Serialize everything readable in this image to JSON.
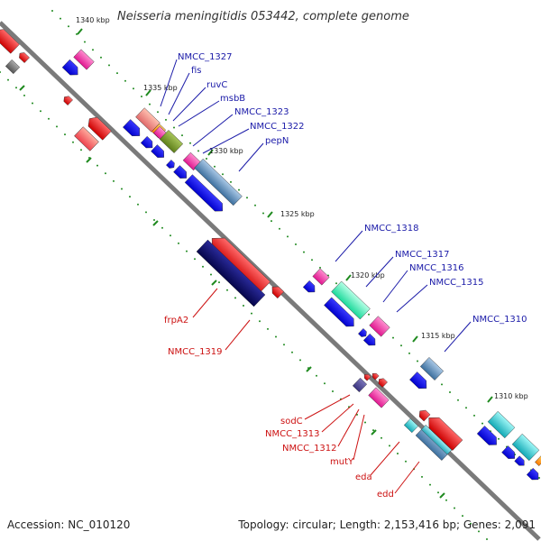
{
  "title": "Neisseria meningitidis 053442, complete genome",
  "footer": {
    "accession": "Accession: NC_010120",
    "summary": "Topology: circular; Length: 2,153,416 bp; Genes: 2,091"
  },
  "colors": {
    "backbone": "#7a7a7a",
    "tick": "#1f8a1f",
    "forward_label": "#1a1aa8",
    "reverse_label": "#cc1111"
  },
  "ticks": [
    "1340 kbp",
    "1335 kbp",
    "1330 kbp",
    "1325 kbp",
    "1320 kbp",
    "1315 kbp",
    "1310 kbp"
  ],
  "forward_genes": [
    "NMCC_1327",
    "fis",
    "ruvC",
    "msbB",
    "NMCC_1323",
    "NMCC_1322",
    "pepN",
    "NMCC_1318",
    "NMCC_1317",
    "NMCC_1316",
    "NMCC_1315",
    "NMCC_1310"
  ],
  "reverse_genes": [
    "frpA2",
    "NMCC_1319",
    "sodC",
    "NMCC_1313",
    "NMCC_1312",
    "mutY",
    "eda",
    "edd"
  ]
}
